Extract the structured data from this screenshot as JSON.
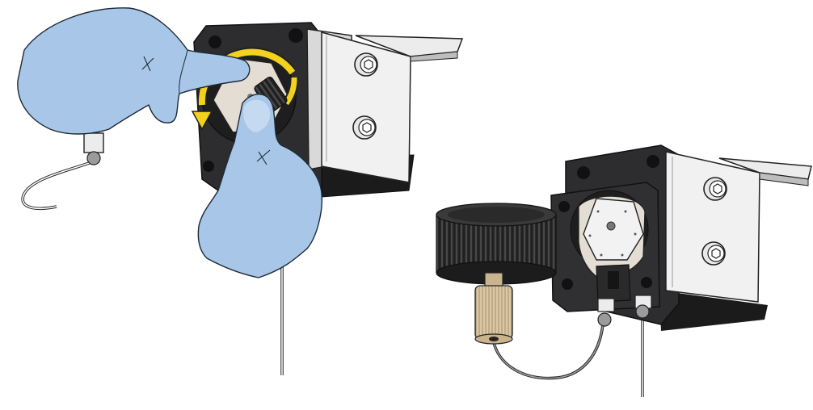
{
  "figure": {
    "panels": [
      {
        "name": "left-panel",
        "subject": "gloved-hands-turning-pump-rotor",
        "rotation_arrow_color": "#f2d21c",
        "rotation_direction": "counterclockwise"
      },
      {
        "name": "right-panel",
        "subject": "pump-with-knob-and-tubing-installed"
      }
    ],
    "colors": {
      "glove": "#a7c6e8",
      "glove_outline": "#1d2a36",
      "pump_body": "#2d2d2f",
      "pump_body_dark": "#1b1b1c",
      "bracket": "#f1f1f1",
      "bracket_shade": "#d9d9d9",
      "rotor": "#e4ddd4",
      "plate": "#f2f2f2",
      "knob": "#2a2a2a",
      "thumbscrew": "#d9c7a6",
      "tubing": "#7d7d7d",
      "fitting": "#ececec",
      "ferrule": "#9b9b9b",
      "arrow": "#f2d21c"
    },
    "icons": [
      "hex-socket-bolt-icon",
      "rotation-arrow-icon"
    ]
  }
}
